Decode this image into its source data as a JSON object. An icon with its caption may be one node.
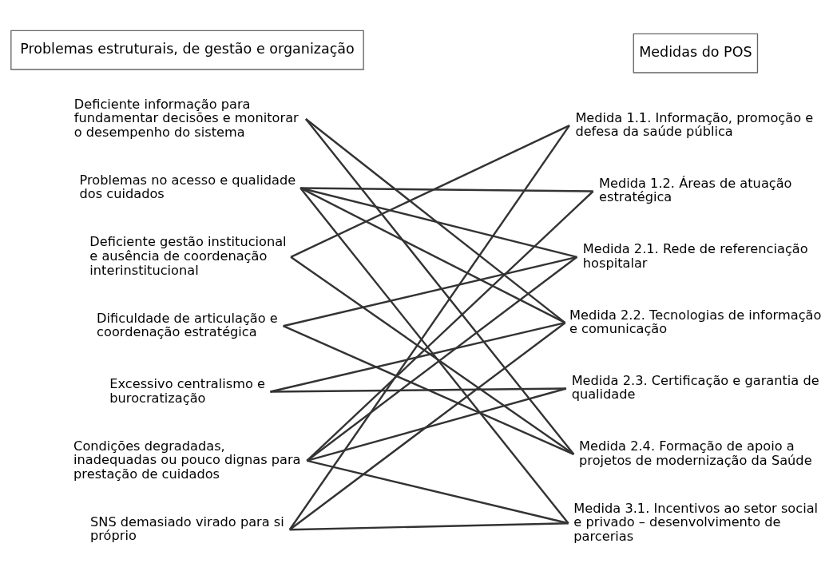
{
  "diagram": {
    "nodes": [
      {
        "text": [
          "Deficiente informação para fundamentar decisões e monitorar o desempenho do sistema"
        ]
      },
      {
        "text": [
          "Problemas no acesso e qualidade dos cuidados"
        ]
      },
      {
        "text": [
          "Deficiente gestão institucional e ausência de coordenação interinstitucional"
        ]
      },
      {
        "text": [
          "Dificuldade de articulação e coordenação estratégica"
        ]
      },
      {
        "text": [
          "Excessivo centralismo e burocratização"
        ]
      },
      {
        "text": [
          "Condições degradadas, inadequadas ou pouco dignas para prestação de cuidados"
        ]
      },
      {
        "text": [
          "SNS demasiado virado para si próprio"
        ]
      },
      {
        "text": [
          "Medida 1.1. Informação, promoção e defesa da saúde pública"
        ]
      },
      {
        "text": [
          "Medida 1.2. Áreas de atuação estratégica"
        ]
      },
      {
        "text": [
          "Medida 2.1. Rede de referenciação hospitalar"
        ]
      },
      {
        "text": [
          "Medida 2.2. Tecnologias de informação e comunicação"
        ]
      },
      {
        "text": [
          "Medida 2.3. Certificação e garantia de qualidade"
        ]
      },
      {
        "text": [
          "Medida 2.4. Formação de apoio a projetos de modernização da Saúde"
        ]
      },
      {
        "text": [
          "Medida 3.1. Incentivos ao setor social e privado – desenvolvimento de parcerias"
        ]
      }
    ],
    "edges": [
      {
        "from": 0,
        "to": 10,
        "arrow": "none"
      },
      {
        "from": 0,
        "to": 12,
        "arrow": "none"
      },
      {
        "from": 1,
        "to": 8,
        "arrow": "none"
      },
      {
        "from": 1,
        "to": 9,
        "arrow": "none"
      },
      {
        "from": 1,
        "to": 10,
        "arrow": "none"
      },
      {
        "from": 1,
        "to": 13,
        "arrow": "none"
      },
      {
        "from": 2,
        "to": 7,
        "arrow": "none"
      },
      {
        "from": 2,
        "to": 12,
        "arrow": "none"
      },
      {
        "from": 3,
        "to": 9,
        "arrow": "none"
      },
      {
        "from": 3,
        "to": 12,
        "arrow": "none"
      },
      {
        "from": 4,
        "to": 10,
        "arrow": "none"
      },
      {
        "from": 4,
        "to": 11,
        "arrow": "none"
      },
      {
        "from": 5,
        "to": 8,
        "arrow": "none"
      },
      {
        "from": 5,
        "to": 9,
        "arrow": "none"
      },
      {
        "from": 5,
        "to": 11,
        "arrow": "none"
      },
      {
        "from": 5,
        "to": 13,
        "arrow": "none"
      },
      {
        "from": 6,
        "to": 7,
        "arrow": "none"
      },
      {
        "from": 6,
        "to": 10,
        "arrow": "none"
      },
      {
        "from": 6,
        "to": 13,
        "arrow": "none"
      }
    ],
    "labels": [
      "Problemas estruturais, de gestão e organização",
      "Medidas do POS"
    ]
  }
}
